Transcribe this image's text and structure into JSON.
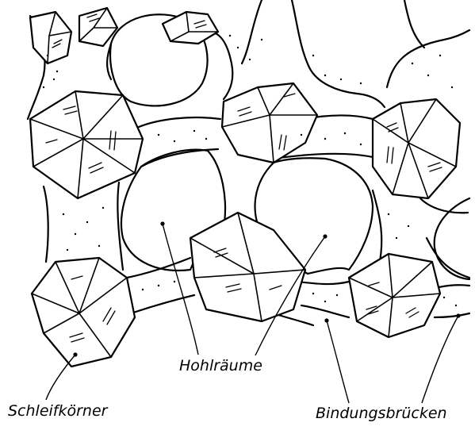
{
  "labels": {
    "voids": "Hohlräume",
    "grains": "Schleifkörner",
    "bonds": "Bindungsbrücken"
  },
  "colors": {
    "ink": "#000000",
    "paper": "#ffffff"
  }
}
